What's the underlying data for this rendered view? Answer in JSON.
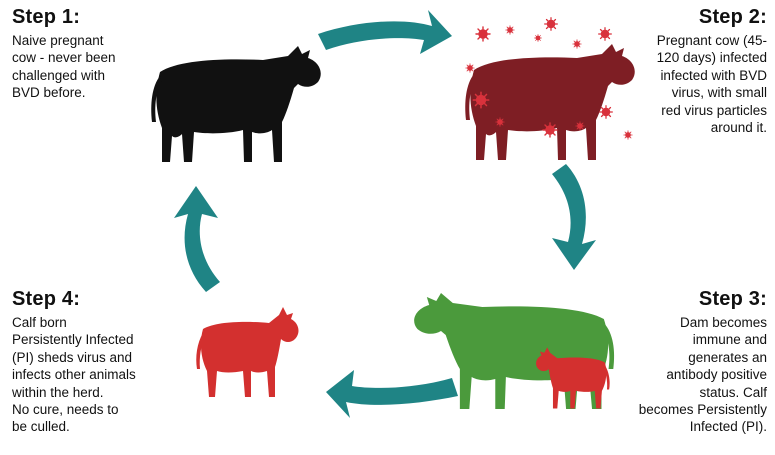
{
  "colors": {
    "arrow": "#1f8485",
    "healthy_cow": "#111111",
    "infected_cow": "#7e1e24",
    "virus": "#d9323c",
    "immune_dam": "#4b9a3c",
    "pi_calf": "#d3302f"
  },
  "steps": [
    {
      "title": "Step 1:",
      "lines": [
        "Naive pregnant",
        "cow - never been",
        "challenged with",
        "BVD before."
      ]
    },
    {
      "title": "Step 2:",
      "lines": [
        "Pregnant cow (45-",
        "120 days) infected",
        "infected with BVD",
        "virus, with small",
        "red virus particles",
        "around it."
      ]
    },
    {
      "title": "Step 3:",
      "lines": [
        "Dam becomes",
        "immune and",
        "generates an",
        "antibody positive",
        "status. Calf",
        "becomes Persistently",
        "Infected (PI)."
      ]
    },
    {
      "title": "Step 4:",
      "lines": [
        "Calf born",
        "Persistently Infected",
        "(PI) sheds virus and",
        "infects other animals",
        "within the herd.",
        "No cure, needs to",
        "be culled."
      ]
    }
  ],
  "icons": [
    "cow-black-icon",
    "cow-infected-icon",
    "virus-particle-icon",
    "cow-green-dam-icon",
    "calf-red-icon",
    "cycle-arrow-icon"
  ]
}
